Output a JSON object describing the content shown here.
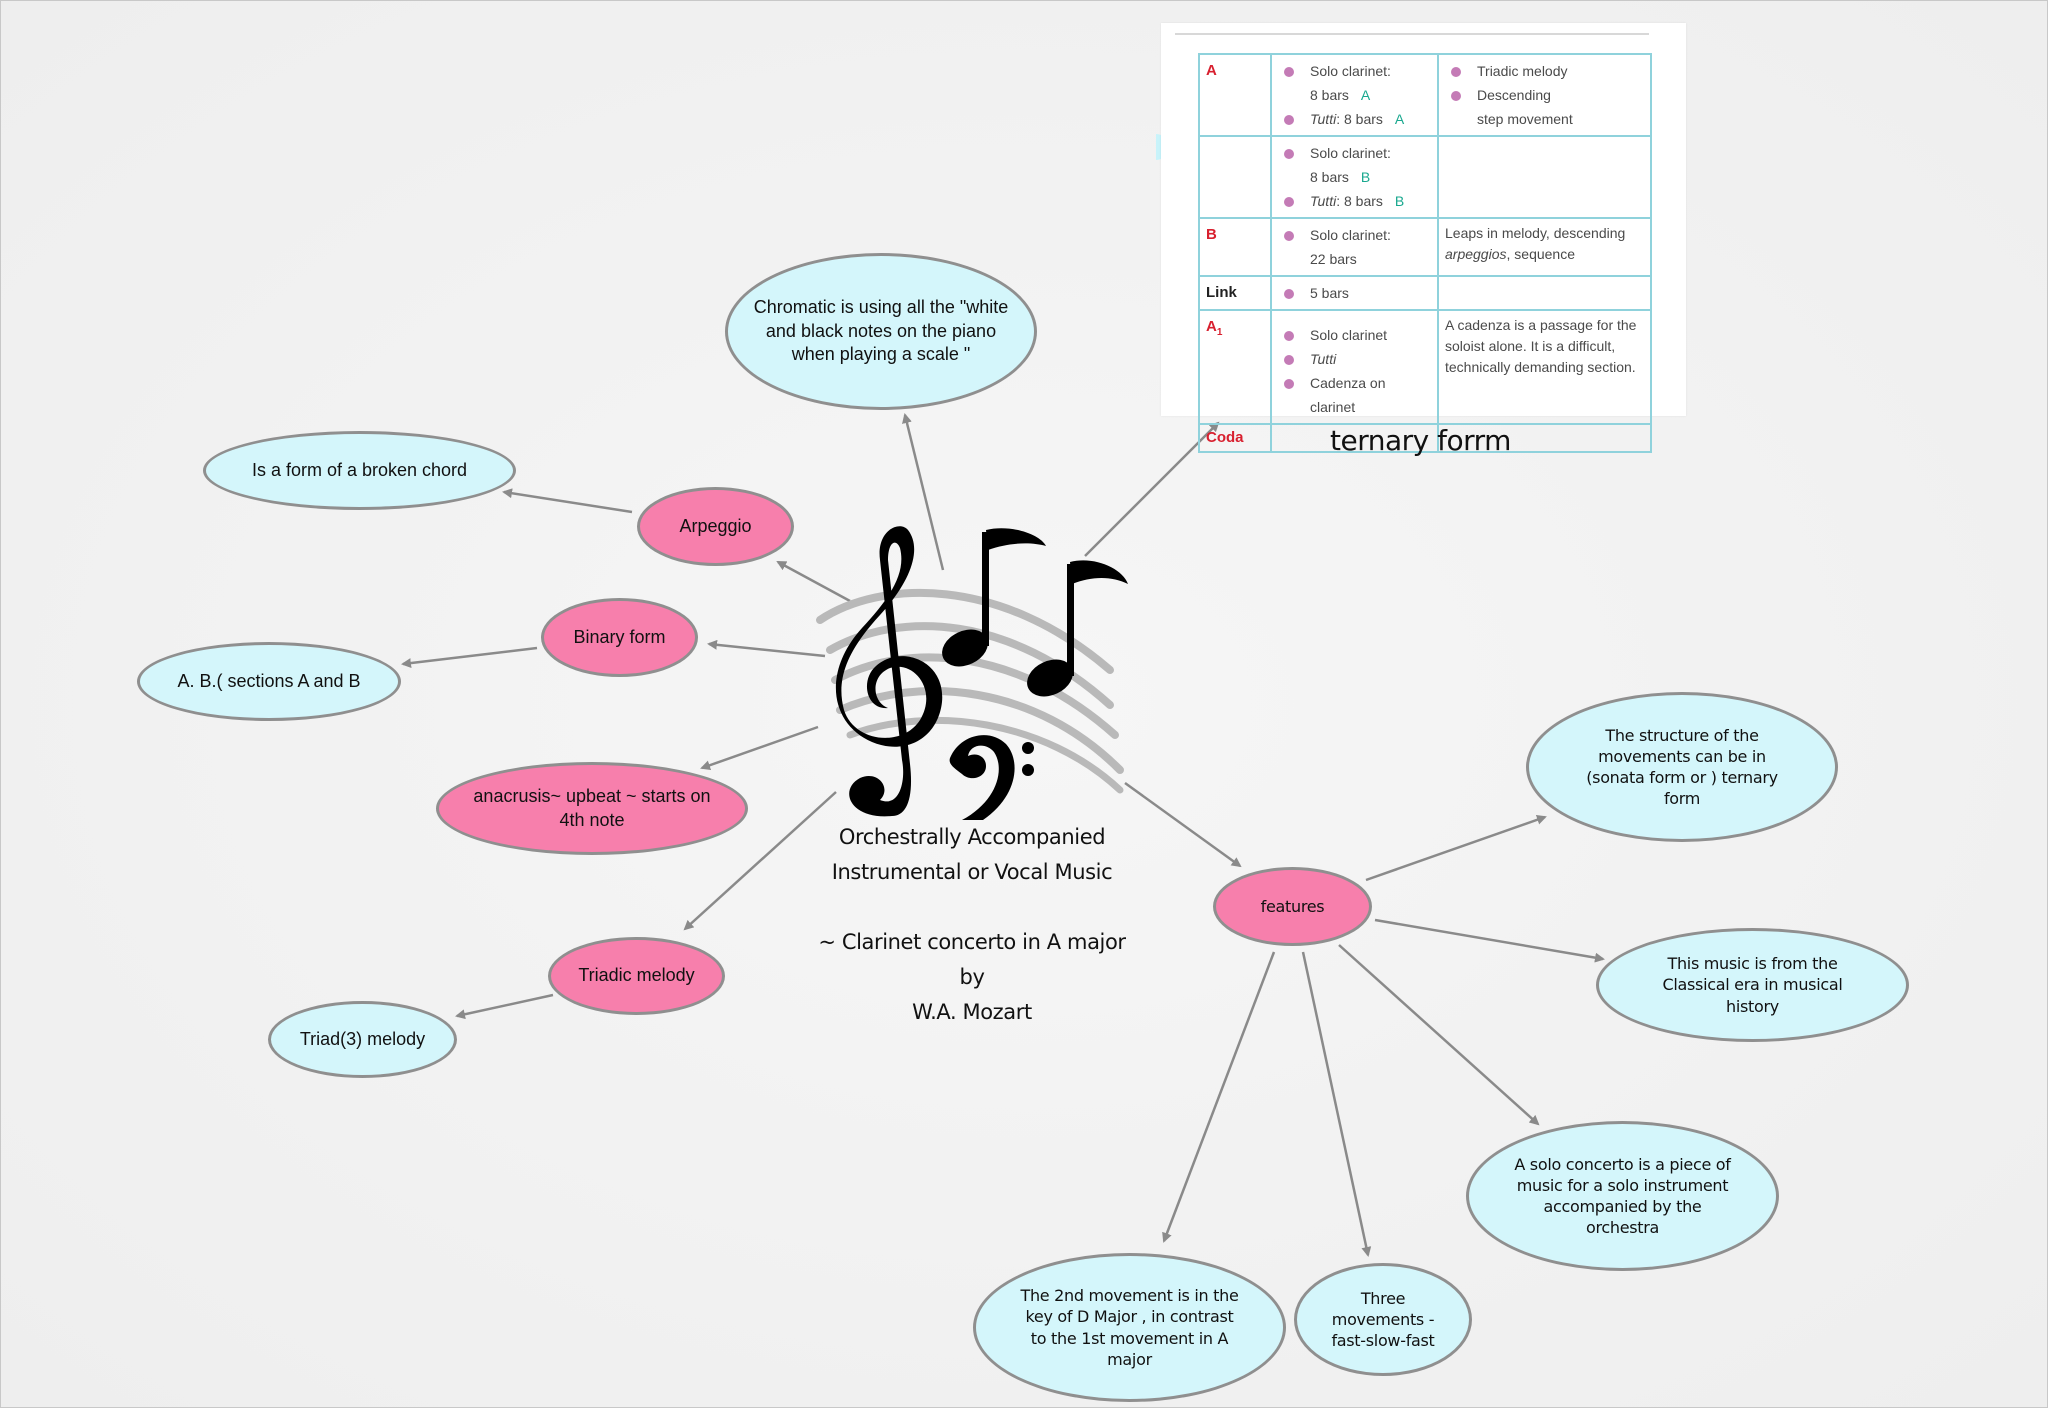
{
  "center": {
    "title": "Orchestrally Accompanied\nInstrumental or Vocal Music",
    "subtitle": "~ Clarinet concerto in A major by\nW.A. Mozart",
    "icon": "music-notes-icon"
  },
  "nodes": {
    "chromatic": "Chromatic is using all the \"white and black notes on the piano when playing a scale \"",
    "broken_chord": "Is a form of a broken chord",
    "arpeggio": "Arpeggio",
    "binary_form": "Binary form",
    "sections_ab": "A. B.( sections A and B",
    "anacrusis": "anacrusis~ upbeat ~ starts on 4th note",
    "triadic_melody": "Triadic melody",
    "triad_melody": "Triad(3) melody",
    "features": "features",
    "structure": "The structure of the movements can be in (sonata form or ) ternary form",
    "classical_era": "This music is from the Classical era in musical history",
    "solo_concerto": "A solo concerto is a piece of music for a solo instrument accompanied by the orchestra",
    "three_movements": "Three movements -fast-slow-fast",
    "second_movement": "The 2nd movement is in the key of D Major , in contrast to the 1st movement in A major"
  },
  "table_caption": "ternary forrm",
  "form_table": {
    "rows": [
      {
        "section": "A",
        "mid": [
          {
            "bullet": true,
            "text": "Solo clarinet:"
          },
          {
            "bullet": false,
            "text": "8 bars",
            "tag": "A"
          },
          {
            "bullet": true,
            "text": "Tutti: 8 bars",
            "italic": "Tutti",
            "tag": "A"
          }
        ],
        "right": [
          {
            "bullet": true,
            "text": "Triadic melody"
          },
          {
            "bullet": true,
            "text": "Descending"
          },
          {
            "bullet": false,
            "text": "step movement"
          }
        ]
      },
      {
        "section": "",
        "mid": [
          {
            "bullet": true,
            "text": "Solo clarinet:"
          },
          {
            "bullet": false,
            "text": "8 bars",
            "tag": "B"
          },
          {
            "bullet": true,
            "text": "Tutti: 8 bars",
            "italic": "Tutti",
            "tag": "B"
          }
        ],
        "right_text": ""
      },
      {
        "section": "B",
        "mid": [
          {
            "bullet": true,
            "text": "Solo clarinet:"
          },
          {
            "bullet": false,
            "text": "22 bars"
          }
        ],
        "right_text": "Leaps in melody, descending arpeggios, sequence"
      },
      {
        "section": "Link",
        "mid": [
          {
            "bullet": true,
            "text": "5 bars"
          }
        ],
        "right_text": ""
      },
      {
        "section": "A1",
        "mid": [
          {
            "bullet": true,
            "text": "Solo clarinet"
          },
          {
            "bullet": true,
            "text": "Tutti",
            "italic": "Tutti"
          },
          {
            "bullet": true,
            "text": "Cadenza on clarinet"
          }
        ],
        "right_text": "A cadenza is a passage for the soloist alone. It is a difficult, technically demanding section."
      },
      {
        "section": "Coda",
        "mid": [],
        "right_text": ""
      }
    ]
  },
  "colors": {
    "blue_node": "#d4f6fb",
    "pink_node": "#f77fac",
    "arrow": "#8a8a8a",
    "section_red": "#d8202f",
    "tag_green": "#19a88f",
    "table_border": "#8fd2dc"
  }
}
